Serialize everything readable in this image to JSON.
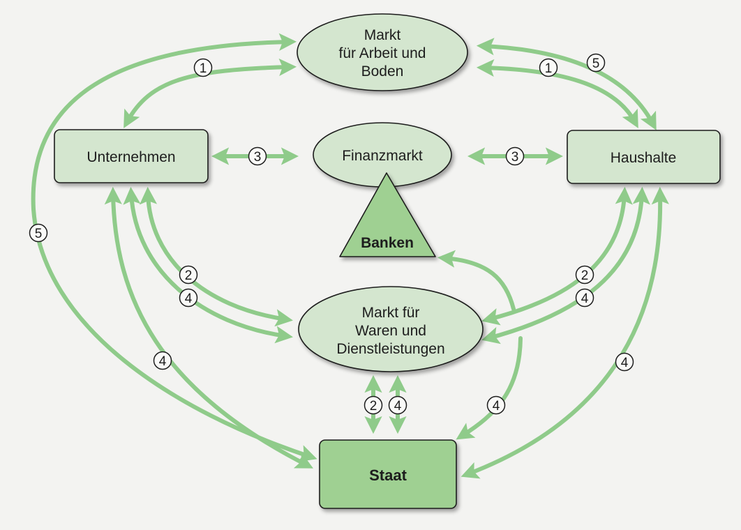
{
  "diagram": {
    "colors": {
      "background": "#f3f3f1",
      "node_light": "#d4e6cf",
      "node_dark": "#9fd092",
      "arrow": "#8fcb8a",
      "outline": "#1d1d1d"
    },
    "nodes": {
      "markt_arbeit_boden": {
        "lines": [
          "Markt",
          "für Arbeit und",
          "Boden"
        ],
        "shape": "ellipse"
      },
      "unternehmen": {
        "label": "Unternehmen",
        "shape": "rounded-rect"
      },
      "finanzmarkt": {
        "label": "Finanzmarkt",
        "shape": "ellipse"
      },
      "haushalte": {
        "label": "Haushalte",
        "shape": "rounded-rect"
      },
      "banken": {
        "label": "Banken",
        "shape": "triangle"
      },
      "markt_waren": {
        "lines": [
          "Markt für",
          "Waren und",
          "Dienstleistungen"
        ],
        "shape": "ellipse"
      },
      "staat": {
        "label": "Staat",
        "shape": "rounded-rect"
      }
    },
    "flows": [
      {
        "id": "u-ab-1",
        "from": "Unternehmen",
        "to": "Markt für Arbeit und Boden",
        "number": "1",
        "direction": "both"
      },
      {
        "id": "h-ab-1",
        "from": "Haushalte",
        "to": "Markt für Arbeit und Boden",
        "number": "1",
        "direction": "both"
      },
      {
        "id": "staat-ab-5",
        "from": "Staat",
        "to": "Markt für Arbeit und Boden",
        "number": "5",
        "direction": "both"
      },
      {
        "id": "h-ab-5",
        "from": "Haushalte",
        "to": "Markt für Arbeit und Boden",
        "number": "5",
        "direction": "both"
      },
      {
        "id": "u-f-3",
        "from": "Unternehmen",
        "to": "Finanzmarkt",
        "number": "3",
        "direction": "both"
      },
      {
        "id": "f-h-3",
        "from": "Finanzmarkt",
        "to": "Haushalte",
        "number": "3",
        "direction": "both"
      },
      {
        "id": "u-w-2",
        "from": "Unternehmen",
        "to": "Markt für Waren und Dienstleistungen",
        "number": "2",
        "direction": "both"
      },
      {
        "id": "u-w-4",
        "from": "Unternehmen",
        "to": "Markt für Waren und Dienstleistungen",
        "number": "4",
        "direction": "both"
      },
      {
        "id": "h-w-2",
        "from": "Haushalte",
        "to": "Markt für Waren und Dienstleistungen",
        "number": "2",
        "direction": "both"
      },
      {
        "id": "h-w-4",
        "from": "Haushalte",
        "to": "Markt für Waren und Dienstleistungen",
        "number": "4",
        "direction": "both"
      },
      {
        "id": "u-staat-4",
        "from": "Unternehmen",
        "to": "Staat",
        "number": "4",
        "direction": "both"
      },
      {
        "id": "h-staat-4",
        "from": "Haushalte",
        "to": "Staat",
        "number": "4",
        "direction": "both"
      },
      {
        "id": "w-staat-2",
        "from": "Markt für Waren und Dienstleistungen",
        "to": "Staat",
        "number": "2",
        "direction": "both"
      },
      {
        "id": "w-staat-4",
        "from": "Markt für Waren und Dienstleistungen",
        "to": "Staat",
        "number": "4",
        "direction": "both"
      },
      {
        "id": "w-staat-4b",
        "from": "Markt für Waren und Dienstleistungen",
        "to": "Staat",
        "number": "4",
        "direction": "to"
      },
      {
        "id": "w-banken",
        "from": "Markt für Waren und Dienstleistungen",
        "to": "Banken",
        "number": "",
        "direction": "to"
      }
    ],
    "badges": {
      "b1_left": "1",
      "b1_right": "1",
      "b5_top_right": "5",
      "b5_left": "5",
      "b3_left": "3",
      "b3_right": "3",
      "b2_left": "2",
      "b4_left": "4",
      "b2_right": "2",
      "b4_right": "4",
      "b4_lower_left": "4",
      "b4_lower_right": "4",
      "b2_center": "2",
      "b4_center": "4",
      "b4_staat_right": "4"
    }
  }
}
